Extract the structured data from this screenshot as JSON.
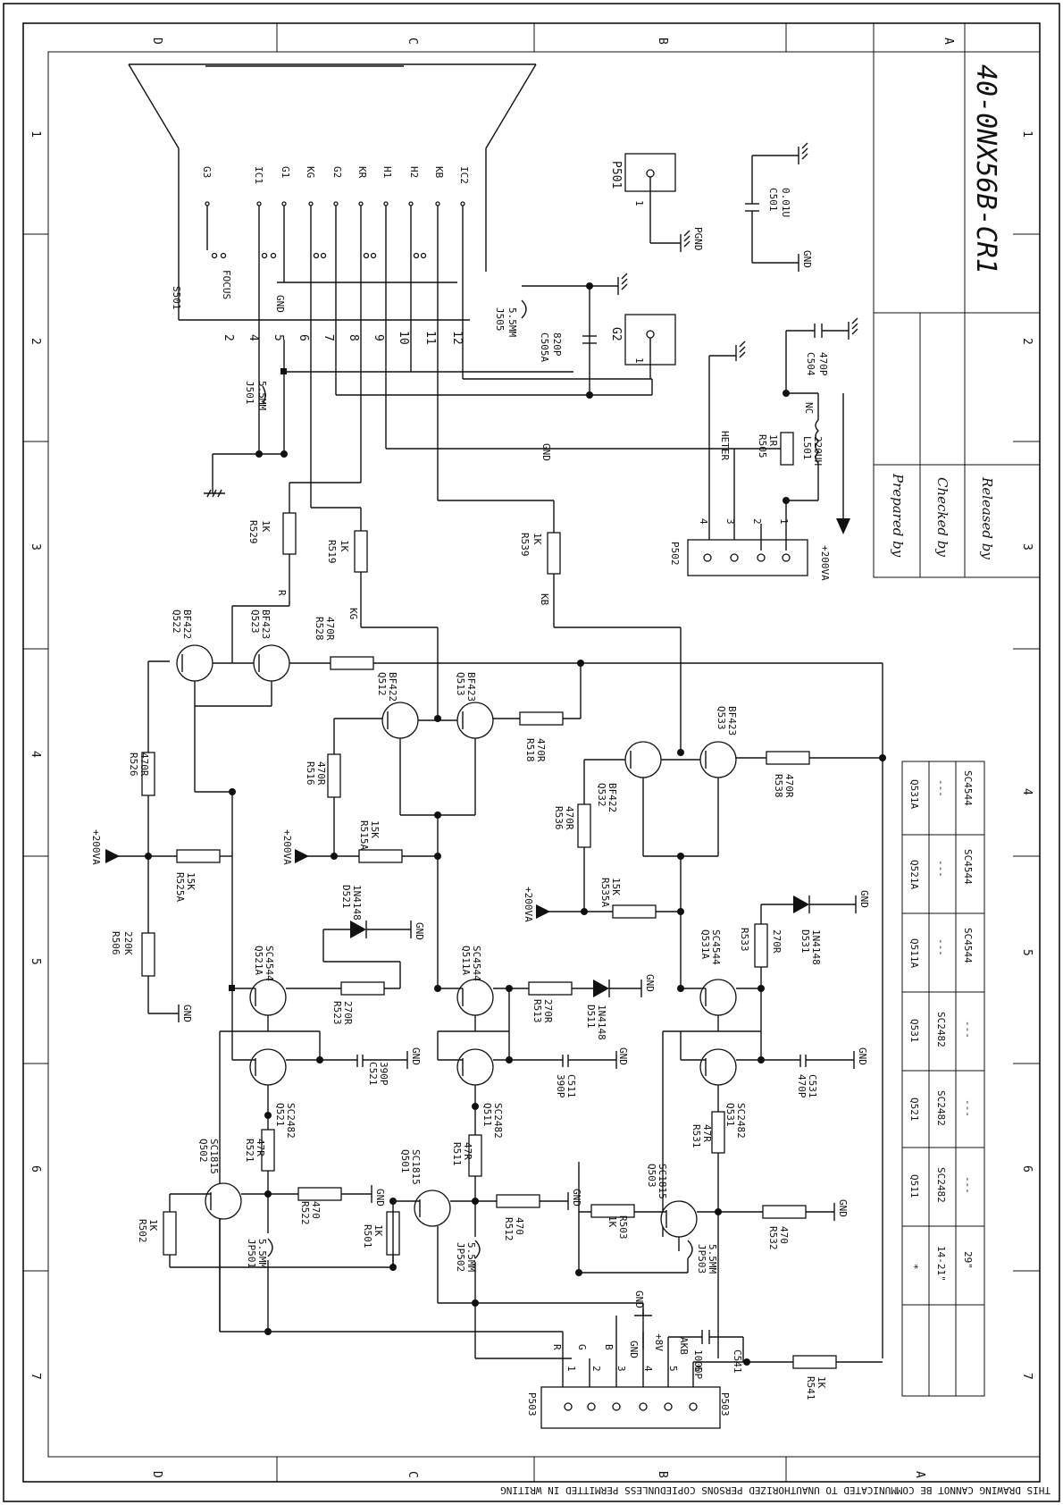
{
  "drawing_number": "40-0NX56B-CR1",
  "title_block": {
    "prepared_by": "Prepared by",
    "checked_by": "Checked by",
    "released_by": "Released by"
  },
  "border": {
    "columns": [
      "D",
      "C",
      "B",
      "A"
    ],
    "rows": [
      "1",
      "2",
      "3",
      "4",
      "5",
      "6",
      "7"
    ],
    "notice": "THIS DRAWING CANNOT BE COMMUNICATED TO UNAUTHORIZED PERSONS COPIEDUNLESS  PERMITTED IN WRITING"
  },
  "socket": {
    "ref": "S501",
    "pin_names": [
      "G3",
      "IC1",
      "G1",
      "KG",
      "G2",
      "KR",
      "H1",
      "H2",
      "KB",
      "IC2"
    ],
    "focus": "FOCUS",
    "gnd": "GND",
    "pin_numbers": [
      "2",
      "4",
      "5",
      "6",
      "7",
      "8",
      "9",
      "10",
      "11",
      "12"
    ]
  },
  "components": {
    "P501_conn": {
      "ref": "P501",
      "pin": "1",
      "net": "PGND"
    },
    "G2_conn": {
      "ref": "G2",
      "pin": "1"
    },
    "C501": {
      "ref": "C501",
      "value": "0.01U",
      "net": "GND"
    },
    "J505": {
      "ref": "J505",
      "value": "5.5MM"
    },
    "C505A": {
      "ref": "C505A",
      "value": "820P"
    },
    "J501": {
      "ref": "J501",
      "value": "5.5MM"
    },
    "C504": {
      "ref": "C504",
      "value": "470P"
    },
    "L501": {
      "ref": "L501",
      "value": "220UH",
      "nc": "NC"
    },
    "R505": {
      "ref": "R505",
      "value": "1R"
    },
    "P502": {
      "ref": "P502",
      "pins": [
        "4",
        "3",
        "2",
        "1"
      ],
      "heter": "HETER",
      "gnd": "GND",
      "supply": "+200VA"
    },
    "R529": {
      "ref": "R529",
      "value": "1K",
      "net": "R"
    },
    "R519": {
      "ref": "R519",
      "value": "1K",
      "net": "KG"
    },
    "R539": {
      "ref": "R539",
      "value": "1K",
      "net": "KB"
    },
    "R528": {
      "ref": "R528",
      "value": "470R"
    },
    "R518": {
      "ref": "R518",
      "value": "470R"
    },
    "R538": {
      "ref": "R538",
      "value": "470R"
    },
    "R526": {
      "ref": "R526",
      "value": "470R"
    },
    "R516": {
      "ref": "R516",
      "value": "470R"
    },
    "R536": {
      "ref": "R536",
      "value": "470R"
    },
    "R525A": {
      "ref": "R525A",
      "value": "15K"
    },
    "R515A": {
      "ref": "R515A",
      "value": "15K"
    },
    "R535A": {
      "ref": "R535A",
      "value": "15K"
    },
    "R506": {
      "ref": "R506",
      "value": "220K"
    },
    "Q522": {
      "ref": "Q522",
      "type": "BF422"
    },
    "Q523": {
      "ref": "Q523",
      "type": "BF423"
    },
    "Q512": {
      "ref": "Q512",
      "type": "BF422"
    },
    "Q513": {
      "ref": "Q513",
      "type": "BF423"
    },
    "Q532": {
      "ref": "Q532",
      "type": "BF422"
    },
    "Q533": {
      "ref": "Q533",
      "type": "BF423"
    },
    "Q521A": {
      "ref": "Q521A",
      "type": "SC4544"
    },
    "Q511A": {
      "ref": "Q511A",
      "type": "SC4544"
    },
    "Q531A": {
      "ref": "Q531A",
      "type": "SC4544"
    },
    "Q521": {
      "ref": "Q521",
      "type": "SC2482"
    },
    "Q511": {
      "ref": "Q511",
      "type": "SC2482"
    },
    "Q531": {
      "ref": "Q531",
      "type": "SC2482"
    },
    "D521": {
      "ref": "D521",
      "type": "1N4148"
    },
    "D511": {
      "ref": "D511",
      "type": "1N4148"
    },
    "D531": {
      "ref": "D531",
      "type": "1N4148"
    },
    "R523": {
      "ref": "R523",
      "value": "270R"
    },
    "R513": {
      "ref": "R513",
      "value": "270R"
    },
    "R533": {
      "ref": "R533",
      "value": "270R"
    },
    "C521": {
      "ref": "C521",
      "value": "390P"
    },
    "C511": {
      "ref": "C511",
      "value": "390P"
    },
    "C531": {
      "ref": "C531",
      "value": "470P"
    },
    "Q502": {
      "ref": "Q502",
      "type": "SC1815"
    },
    "Q501": {
      "ref": "Q501",
      "type": "SC1815"
    },
    "Q503": {
      "ref": "Q503",
      "type": "SC1815"
    },
    "R521": {
      "ref": "R521",
      "value": "47R"
    },
    "R511": {
      "ref": "R511",
      "value": "47R"
    },
    "R531": {
      "ref": "R531",
      "value": "47R"
    },
    "R522": {
      "ref": "R522",
      "value": "470"
    },
    "R512": {
      "ref": "R512",
      "value": "470"
    },
    "R532": {
      "ref": "R532",
      "value": "470"
    },
    "R502": {
      "ref": "R502",
      "value": "1K"
    },
    "R501": {
      "ref": "R501",
      "value": "1K"
    },
    "R503": {
      "ref": "R503",
      "value": "1K"
    },
    "JP501": {
      "ref": "JP501",
      "value": "5.5MM"
    },
    "JP502": {
      "ref": "JP502",
      "value": "5.5MM"
    },
    "JP503": {
      "ref": "JP503",
      "value": "5.5MM"
    },
    "C541": {
      "ref": "C541",
      "value": "1000P"
    },
    "R541": {
      "ref": "R541",
      "value": "1K"
    },
    "P503": {
      "ref": "P503",
      "pin_numbers": [
        "1",
        "2",
        "3",
        "4",
        "5",
        "6"
      ],
      "pin_names": [
        "R",
        "G",
        "B",
        "GND",
        "+8V",
        "AKB"
      ]
    }
  },
  "nets": {
    "gnd": "GND",
    "supply": "+200VA"
  },
  "variant_table": {
    "headers": [
      "*",
      "Q511",
      "Q521",
      "Q531",
      "Q511A",
      "Q521A",
      "Q531A"
    ],
    "rows": [
      [
        "14-21\"",
        "SC2482",
        "SC2482",
        "SC2482",
        "---",
        "---",
        "---"
      ],
      [
        "29\"",
        "---",
        "---",
        "---",
        "SC4544",
        "SC4544",
        "SC4544"
      ]
    ]
  }
}
